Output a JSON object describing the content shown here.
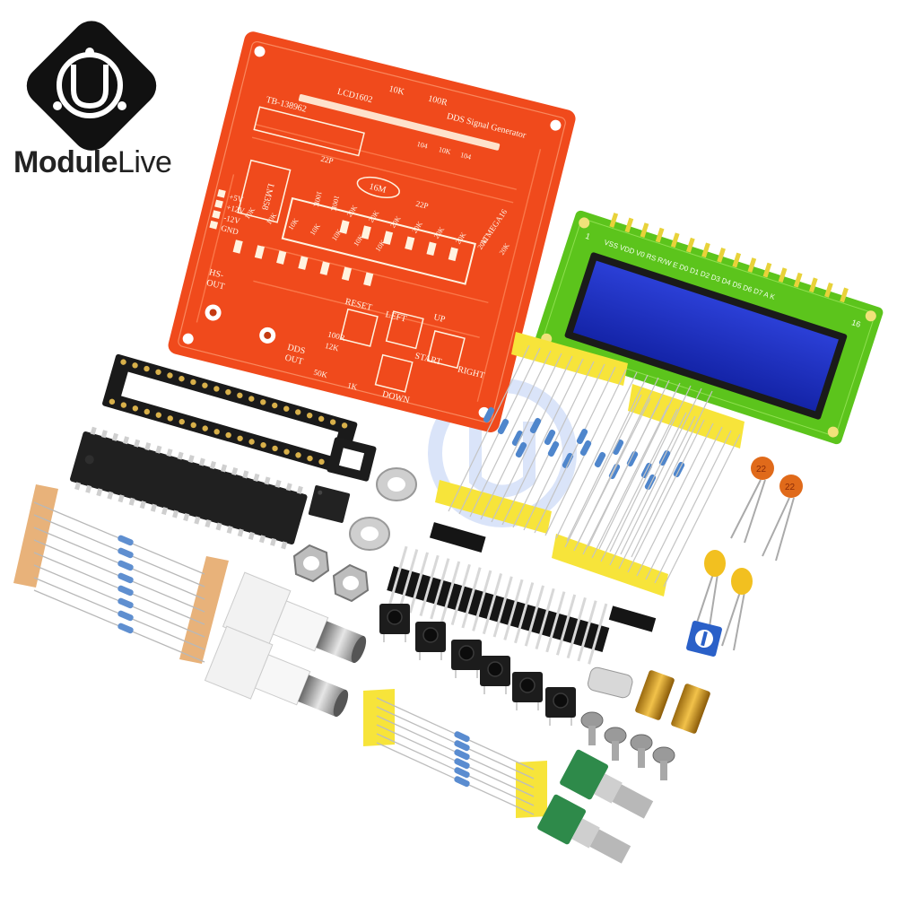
{
  "brand": {
    "name_part1": "Module",
    "name_part2": "Live",
    "logo_icon": "modulelive-circuit-logo"
  },
  "pcb": {
    "labels": {
      "lcd": "LCD1602",
      "title": "DDS Signal Generator",
      "opamp_chip": "TB-138962",
      "lm358": "LM358",
      "mcu": "ATMEGA16",
      "crystal": "16M",
      "cap22a": "22P",
      "cap22b": "22P",
      "r10k_top": "10K",
      "r100r_top": "100R",
      "c104": "104",
      "c10k": "10K",
      "c104b": "104",
      "r100k_a": "100K",
      "r100k_b": "100K",
      "pwr_5v": "+5V",
      "pwr_12v": "+12V",
      "pwr_m12v": "-12V",
      "gnd": "GND",
      "hs_out": "HS-",
      "out": "OUT",
      "dds_out_1": "DDS",
      "dds_out_2": "OUT",
      "reset": "RESET",
      "left": "LEFT",
      "up": "UP",
      "start": "START",
      "right": "RIGHT",
      "down": "DOWN",
      "r100r": "100R",
      "r12k": "12K",
      "pot50k": "50K",
      "r1k": "1K"
    },
    "resistor_row1": [
      "10K",
      "10K",
      "10K",
      "10K",
      "10K",
      "10K",
      "10K"
    ],
    "resistor_row2": [
      "20K",
      "20K",
      "20K",
      "20K",
      "20K",
      "20K",
      "20K",
      "20K"
    ]
  },
  "lcd": {
    "pin_first": "1",
    "pin_last": "16",
    "pinout": "VSS VDD V0 RS R/W E D0 D1 D2 D3 D4 D5 D6 D7 A K"
  },
  "capacitors": [
    "22",
    "22"
  ],
  "colors": {
    "pcb_red": "#f04a1c",
    "lcd_green": "#5cc41c",
    "lcd_screen": "#1d2fc4",
    "tape_yellow": "#f7e43a",
    "bnc_white": "#f2f2f2"
  }
}
